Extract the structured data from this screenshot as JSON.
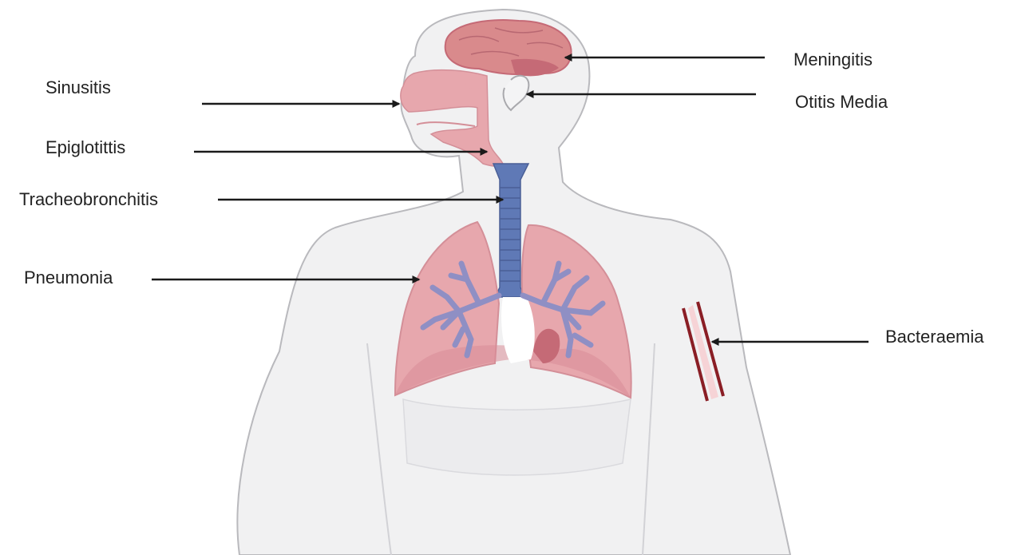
{
  "labels": {
    "sinusitis": "Sinusitis",
    "epiglottitis": "Epiglotittis",
    "tracheobronchitis": "Tracheobronchitis",
    "pneumonia": "Pneumonia",
    "meningitis": "Meningitis",
    "otitis_media": "Otitis Media",
    "bacteraemia": "Bacteraemia"
  },
  "colors": {
    "skin_fill": "#f1f1f2",
    "body_outline": "#b9b9bd",
    "organ_pink": "#e7a7ad",
    "organ_dark": "#c56a76",
    "brain": "#d98a8c",
    "trachea": "#5f79b6",
    "bronchi": "#8f8fc4",
    "blood_vessel": "#8a1e25",
    "arrow": "#1a1a1a"
  }
}
